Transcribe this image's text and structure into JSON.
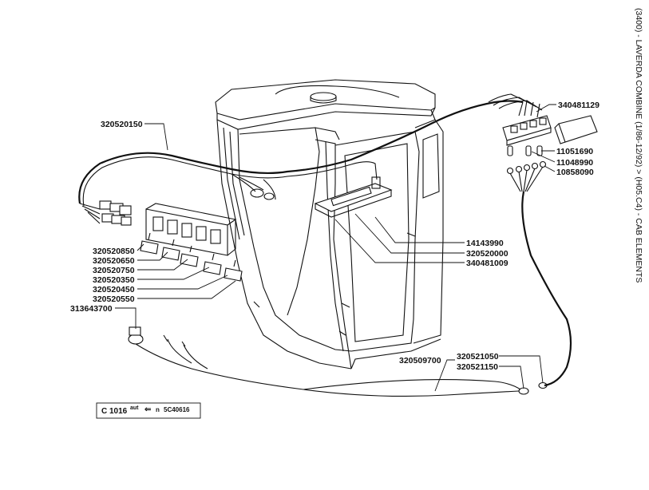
{
  "title_vertical": "(3400) - LAVERDA COMBINE (1/86-12/92) > (H05.C4) - CAB ELEMENTS",
  "figure_ref": {
    "code": "C 1016",
    "aut": "aut",
    "arrow": "⇐",
    "n": "n",
    "serial": "5C40616"
  },
  "parts": {
    "p340481129": "340481129",
    "p11051690": "11051690",
    "p11048990": "11048990",
    "p10858090": "10858090",
    "p320520150": "320520150",
    "p14143990": "14143990",
    "p320520000": "320520000",
    "p340481009": "340481009",
    "p320520850": "320520850",
    "p320520650": "320520650",
    "p320520750": "320520750",
    "p320520350": "320520350",
    "p320520450": "320520450",
    "p320520550": "320520550",
    "p313643700": "313643700",
    "p320509700": "320509700",
    "p320521050": "320521050",
    "p320521150": "320521150"
  }
}
